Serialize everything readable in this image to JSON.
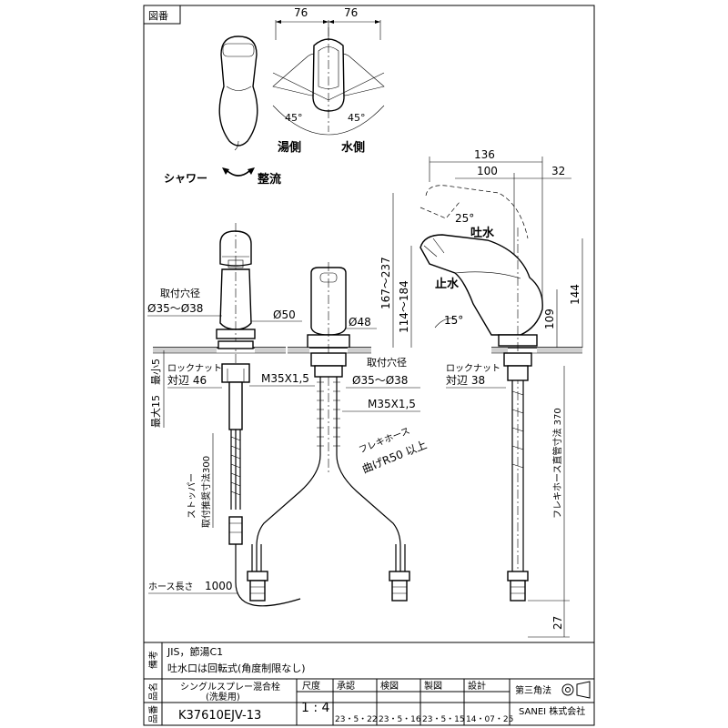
{
  "drawing_number_label": "図番",
  "top_view": {
    "dim_left": "76",
    "dim_right": "76",
    "angle_left": "45°",
    "angle_right": "45°",
    "label_hot": "湯側",
    "label_cold": "水側"
  },
  "spray_mode": {
    "shower": "シャワー",
    "stream": "整流"
  },
  "front_view": {
    "mount_hole_title": "取付穴径",
    "mount_hole_value": "Ø35～Ø38",
    "diameter": "Ø50",
    "locknut_title": "ロックナット",
    "locknut_size": "対辺 46",
    "thread": "M35X1,5",
    "max_min": "最大15　最小5",
    "stopper": "ストッパー",
    "stopper_dim": "取付推奨寸法300",
    "hose_length_label": "ホース長さ",
    "hose_length_value": "1000"
  },
  "center_view": {
    "diameter": "Ø48",
    "mount_hole_title": "取付穴径",
    "mount_hole_value": "Ø35～Ø38",
    "thread": "M35X1,5",
    "flex_hose": "フレキホース",
    "bend_radius": "曲げR50 以上"
  },
  "side_view": {
    "dim_136": "136",
    "dim_100": "100",
    "dim_32": "32",
    "angle_25": "25°",
    "spout": "吐水",
    "stop": "止水",
    "angle_15": "15°",
    "height_range1": "167～237",
    "height_range2": "114～184",
    "dim_144": "144",
    "dim_109": "109",
    "locknut_title": "ロックナット",
    "locknut_size": "対辺 38",
    "flex_straight": "フレキホース直管寸法 370",
    "dim_27": "27"
  },
  "title_block": {
    "remarks_label": "備考",
    "remarks_line1": "JIS，節湯C1",
    "remarks_line2": "吐水口は回転式(角度制限なし)",
    "name_label": "品名",
    "product_name_line1": "シングルスプレー混合栓",
    "product_name_line2": "(洗髪用)",
    "number_label": "品番",
    "product_number": "K37610EJV-13",
    "scale_label": "尺度",
    "scale_value": "1 : 4",
    "approve_label": "承認",
    "approve_date": "23・5・22",
    "check_label": "検図",
    "check_date": "23・5・16",
    "draft_label": "製図",
    "draft_date": "23・5・15",
    "design_label": "設計",
    "design_date": "14・07・25",
    "projection": "第三角法",
    "company": "SANEI 株式会社"
  }
}
